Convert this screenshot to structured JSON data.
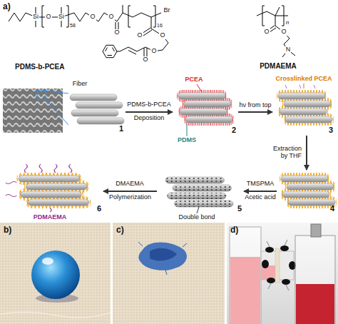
{
  "diagram": {
    "nodes": [
      {
        "text": [
          "1"
        ]
      },
      {
        "text": [
          "2"
        ]
      },
      {
        "text": [
          "3"
        ]
      },
      {
        "text": [
          "4"
        ]
      },
      {
        "text": [
          "5"
        ]
      },
      {
        "text": [
          "6"
        ]
      }
    ],
    "edges": [
      {
        "from": 0,
        "to": 1,
        "arrow": "to",
        "label": "Deposition"
      },
      {
        "from": 1,
        "to": 2,
        "arrow": "to",
        "label": "hν from top"
      },
      {
        "from": 2,
        "to": 3,
        "arrow": "to",
        "label": "Extraction by THF"
      },
      {
        "from": 3,
        "to": 4,
        "arrow": "to",
        "label": "Acetic acid"
      },
      {
        "from": 4,
        "to": 5,
        "arrow": "to",
        "label": "Polymerization"
      }
    ],
    "labels": [
      "a)",
      "Si",
      "O",
      "Si",
      "58",
      "O",
      "O",
      "O",
      "16",
      "Br",
      "O",
      "O",
      "O",
      "O",
      "PDMS-b-PCEA",
      "n",
      "O",
      "O",
      "N",
      "PDMAEMA",
      "Fiber",
      "PDMS-b-PCEA",
      "PCEA",
      "PDMS",
      "Crosslinked PCEA",
      "TMSPMA",
      "Double bond",
      "DMAEMA",
      "PDMAEMA",
      "b)",
      "c)",
      "d)"
    ]
  }
}
